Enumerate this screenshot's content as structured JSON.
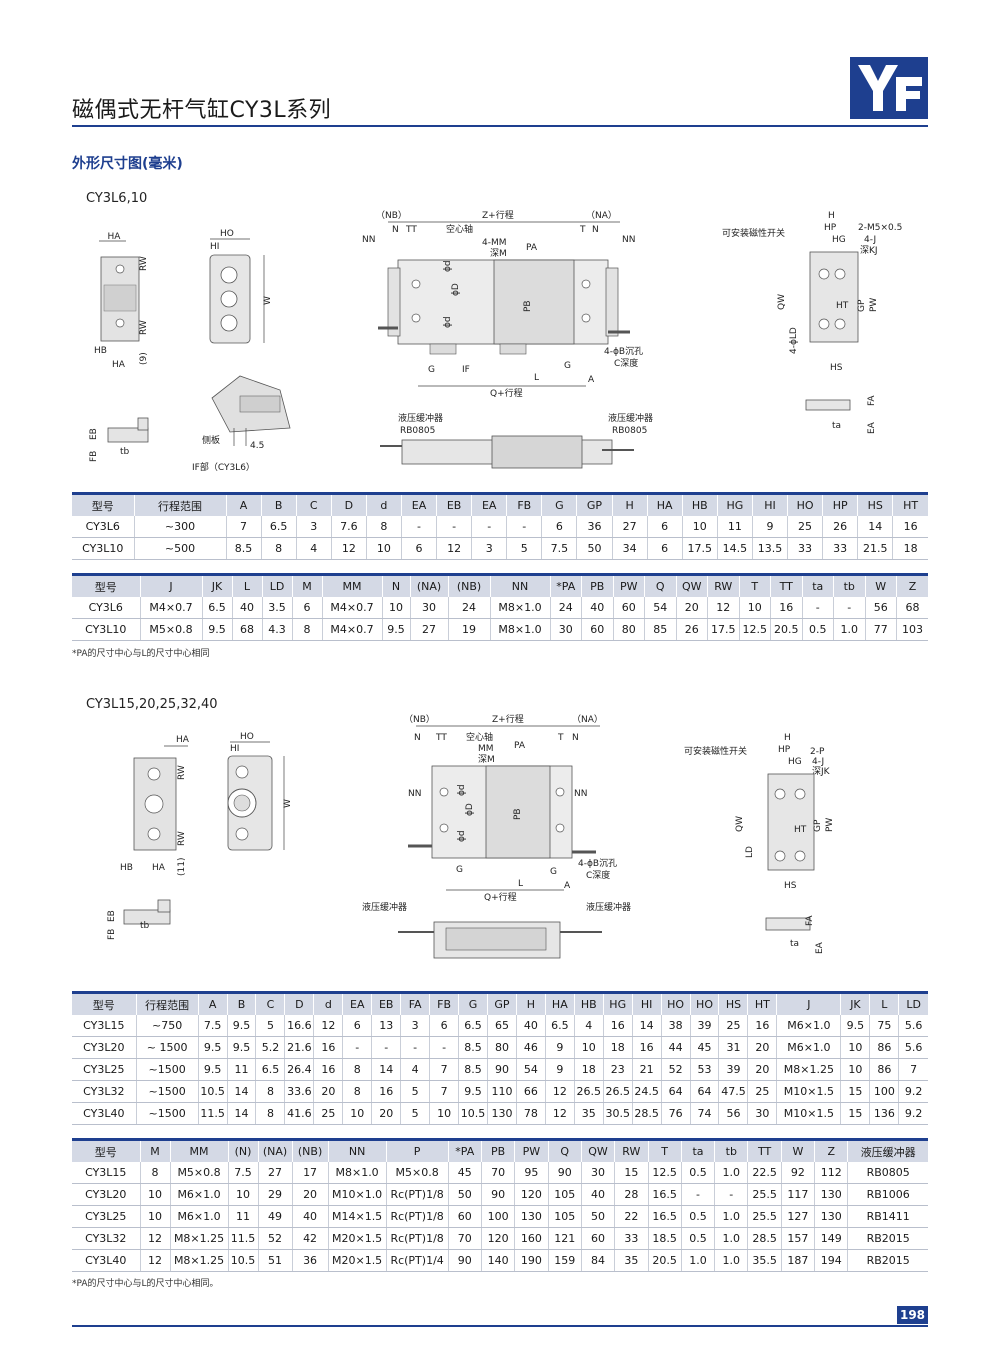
{
  "header": {
    "title": "磁偶式无杆气缸CY3L系列",
    "logo_text": "YF",
    "section_title": "外形尺寸图(毫米)",
    "accent_color": "#1e3f8f"
  },
  "section1": {
    "heading": "CY3L6,10",
    "labels": {
      "ha": "HA",
      "ho": "HO",
      "hi": "HI",
      "rw": "RW",
      "rw2": "RW",
      "w": "W",
      "hb": "HB",
      "ha2": "HA",
      "nine": "(9)",
      "eb": "EB",
      "fb": "FB",
      "tb": "tb",
      "side_plate": "侧板",
      "dim45": "4.5",
      "if_part": "IF部（CY3L6）",
      "nb": "（NB）",
      "z_stroke": "Z+行程",
      "na": "（NA）",
      "n1": "N",
      "tt": "TT",
      "hollow_shaft": "空心轴",
      "t": "T",
      "n2": "N",
      "nn1": "NN",
      "nn2": "NN",
      "mm_depth": "4-MM",
      "depth_m": "深M",
      "pa": "PA",
      "phi_d1": "ϕd",
      "phi_d2": "ϕD",
      "phi_d3": "ϕd",
      "pb": "PB",
      "g1": "G",
      "if": "IF",
      "l": "L",
      "g2": "G",
      "a": "A",
      "counterbore": "4-ϕB沉孔",
      "depth_c": "C深度",
      "q_stroke": "Q+行程",
      "buffer_l": "液压缓冲器",
      "rb_l": "RB0805",
      "buffer_r": "液压缓冲器",
      "rb_r": "RB0805",
      "switch_mount": "可安装磁性开关",
      "h": "H",
      "hp": "HP",
      "m5": "2-M5×0.5",
      "hg": "HG",
      "j": "4-J",
      "kj": "深KJ",
      "qw": "QW",
      "ld": "4-ϕLD",
      "ht": "HT",
      "gp": "GP",
      "pw": "PW",
      "hs": "HS",
      "fa": "FA",
      "ta": "ta",
      "ea": "EA"
    },
    "table1": {
      "headers": [
        "型号",
        "行程范围",
        "A",
        "B",
        "C",
        "D",
        "d",
        "EA",
        "EB",
        "EA",
        "FB",
        "G",
        "GP",
        "H",
        "HA",
        "HB",
        "HG",
        "HI",
        "HO",
        "HP",
        "HS",
        "HT"
      ],
      "rows": [
        [
          "CY3L6",
          "~300",
          "7",
          "6.5",
          "3",
          "7.6",
          "8",
          "-",
          "-",
          "-",
          "-",
          "6",
          "36",
          "27",
          "6",
          "10",
          "11",
          "9",
          "25",
          "26",
          "14",
          "16"
        ],
        [
          "CY3L10",
          "~500",
          "8.5",
          "8",
          "4",
          "12",
          "10",
          "6",
          "12",
          "3",
          "5",
          "7.5",
          "50",
          "34",
          "6",
          "17.5",
          "14.5",
          "13.5",
          "33",
          "33",
          "21.5",
          "18"
        ]
      ]
    },
    "table2": {
      "headers": [
        "型号",
        "J",
        "JK",
        "L",
        "LD",
        "M",
        "MM",
        "N",
        "(NA)",
        "(NB)",
        "NN",
        "*PA",
        "PB",
        "PW",
        "Q",
        "QW",
        "RW",
        "T",
        "TT",
        "ta",
        "tb",
        "W",
        "Z"
      ],
      "rows": [
        [
          "CY3L6",
          "M4×0.7",
          "6.5",
          "40",
          "3.5",
          "6",
          "M4×0.7",
          "10",
          "30",
          "24",
          "M8×1.0",
          "24",
          "40",
          "60",
          "54",
          "20",
          "12",
          "10",
          "16",
          "-",
          "-",
          "56",
          "68"
        ],
        [
          "CY3L10",
          "M5×0.8",
          "9.5",
          "68",
          "4.3",
          "8",
          "M4×0.7",
          "9.5",
          "27",
          "19",
          "M8×1.0",
          "30",
          "60",
          "80",
          "85",
          "26",
          "17.5",
          "12.5",
          "20.5",
          "0.5",
          "1.0",
          "77",
          "103"
        ]
      ]
    },
    "note": "*PA的尺寸中心与L的尺寸中心相同"
  },
  "section2": {
    "heading": "CY3L15,20,25,32,40",
    "labels": {
      "ha": "HA",
      "ho": "HO",
      "hi": "HI",
      "rw": "RW",
      "rw2": "RW",
      "w": "W",
      "hb": "HB",
      "ha2": "HA",
      "eleven": "(11)",
      "eb": "EB",
      "fb": "FB",
      "tb": "tb",
      "nb": "（NB）",
      "z_stroke": "Z+行程",
      "na": "（NA）",
      "n1": "N",
      "tt": "TT",
      "hollow_shaft": "空心轴",
      "t": "T",
      "n2": "N",
      "nn1": "NN",
      "nn2": "NN",
      "mm": "MM",
      "depth_m": "深M",
      "pa": "PA",
      "phi_d1": "ϕd",
      "phi_d2": "ϕD",
      "phi_d3": "ϕd",
      "pb": "PB",
      "g1": "G",
      "l": "L",
      "g2": "G",
      "a": "A",
      "counterbore": "4-ϕB沉孔",
      "depth_c": "C深度",
      "q_stroke": "Q+行程",
      "buffer_l": "液压缓冲器",
      "buffer_r": "液压缓冲器",
      "switch_mount": "可安装磁性开关",
      "h": "H",
      "hp": "HP",
      "p2": "2-P",
      "hg": "HG",
      "j": "4-J",
      "jk": "深JK",
      "qw": "QW",
      "ld": "LD",
      "ht": "HT",
      "gp": "GP",
      "pw": "PW",
      "hs": "HS",
      "fa": "FA",
      "ta": "ta",
      "ea": "EA"
    },
    "table1": {
      "headers": [
        "型号",
        "行程范围",
        "A",
        "B",
        "C",
        "D",
        "d",
        "EA",
        "EB",
        "FA",
        "FB",
        "G",
        "GP",
        "H",
        "HA",
        "HB",
        "HG",
        "HI",
        "HO",
        "HO",
        "HS",
        "HT",
        "J",
        "JK",
        "L",
        "LD"
      ],
      "rows": [
        [
          "CY3L15",
          "~750",
          "7.5",
          "9.5",
          "5",
          "16.6",
          "12",
          "6",
          "13",
          "3",
          "6",
          "6.5",
          "65",
          "40",
          "6.5",
          "4",
          "16",
          "14",
          "38",
          "39",
          "25",
          "16",
          "M6×1.0",
          "9.5",
          "75",
          "5.6"
        ],
        [
          "CY3L20",
          "~ 1500",
          "9.5",
          "9.5",
          "5.2",
          "21.6",
          "16",
          "-",
          "-",
          "-",
          "-",
          "8.5",
          "80",
          "46",
          "9",
          "10",
          "18",
          "16",
          "44",
          "45",
          "31",
          "20",
          "M6×1.0",
          "10",
          "86",
          "5.6"
        ],
        [
          "CY3L25",
          "~1500",
          "9.5",
          "11",
          "6.5",
          "26.4",
          "16",
          "8",
          "14",
          "4",
          "7",
          "8.5",
          "90",
          "54",
          "9",
          "18",
          "23",
          "21",
          "52",
          "53",
          "39",
          "20",
          "M8×1.25",
          "10",
          "86",
          "7"
        ],
        [
          "CY3L32",
          "~1500",
          "10.5",
          "14",
          "8",
          "33.6",
          "20",
          "8",
          "16",
          "5",
          "7",
          "9.5",
          "110",
          "66",
          "12",
          "26.5",
          "26.5",
          "24.5",
          "64",
          "64",
          "47.5",
          "25",
          "M10×1.5",
          "15",
          "100",
          "9.2"
        ],
        [
          "CY3L40",
          "~1500",
          "11.5",
          "14",
          "8",
          "41.6",
          "25",
          "10",
          "20",
          "5",
          "10",
          "10.5",
          "130",
          "78",
          "12",
          "35",
          "30.5",
          "28.5",
          "76",
          "74",
          "56",
          "30",
          "M10×1.5",
          "15",
          "136",
          "9.2"
        ]
      ]
    },
    "table2": {
      "headers": [
        "型号",
        "M",
        "MM",
        "(N)",
        "(NA)",
        "(NB)",
        "NN",
        "P",
        "*PA",
        "PB",
        "PW",
        "Q",
        "QW",
        "RW",
        "T",
        "ta",
        "tb",
        "TT",
        "W",
        "Z",
        "液压缓冲器"
      ],
      "rows": [
        [
          "CY3L15",
          "8",
          "M5×0.8",
          "7.5",
          "27",
          "17",
          "M8×1.0",
          "M5×0.8",
          "45",
          "70",
          "95",
          "90",
          "30",
          "15",
          "12.5",
          "0.5",
          "1.0",
          "22.5",
          "92",
          "112",
          "RB0805"
        ],
        [
          "CY3L20",
          "10",
          "M6×1.0",
          "10",
          "29",
          "20",
          "M10×1.0",
          "Rc(PT)1/8",
          "50",
          "90",
          "120",
          "105",
          "40",
          "28",
          "16.5",
          "-",
          "-",
          "25.5",
          "117",
          "130",
          "RB1006"
        ],
        [
          "CY3L25",
          "10",
          "M6×1.0",
          "11",
          "49",
          "40",
          "M14×1.5",
          "Rc(PT)1/8",
          "60",
          "100",
          "130",
          "105",
          "50",
          "22",
          "16.5",
          "0.5",
          "1.0",
          "25.5",
          "127",
          "130",
          "RB1411"
        ],
        [
          "CY3L32",
          "12",
          "M8×1.25",
          "11.5",
          "52",
          "42",
          "M20×1.5",
          "Rc(PT)1/8",
          "70",
          "120",
          "160",
          "121",
          "60",
          "33",
          "18.5",
          "0.5",
          "1.0",
          "28.5",
          "157",
          "149",
          "RB2015"
        ],
        [
          "CY3L40",
          "12",
          "M8×1.25",
          "10.5",
          "51",
          "36",
          "M20×1.5",
          "Rc(PT)1/4",
          "90",
          "140",
          "190",
          "159",
          "84",
          "35",
          "20.5",
          "1.0",
          "1.0",
          "35.5",
          "187",
          "194",
          "RB2015"
        ]
      ]
    },
    "note": "*PA的尺寸中心与L的尺寸中心相同。"
  },
  "footer": {
    "page_number": "198"
  }
}
